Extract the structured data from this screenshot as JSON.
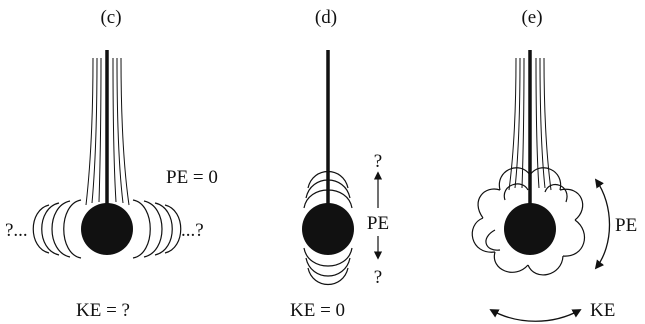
{
  "panels": [
    {
      "id": "c",
      "label": "(c)",
      "side_note": "PE = 0",
      "left_dots": "?...",
      "right_dots": "...?",
      "bottom_note": "KE = ?"
    },
    {
      "id": "d",
      "label": "(d)",
      "top_mark": "?",
      "energy_label": "PE",
      "bottom_mark": "?",
      "bottom_note": "KE = 0"
    },
    {
      "id": "e",
      "label": "(e)",
      "energy_label": "PE",
      "bottom_note": "KE"
    }
  ],
  "colors": {
    "ink": "#111111",
    "background": "#ffffff"
  }
}
